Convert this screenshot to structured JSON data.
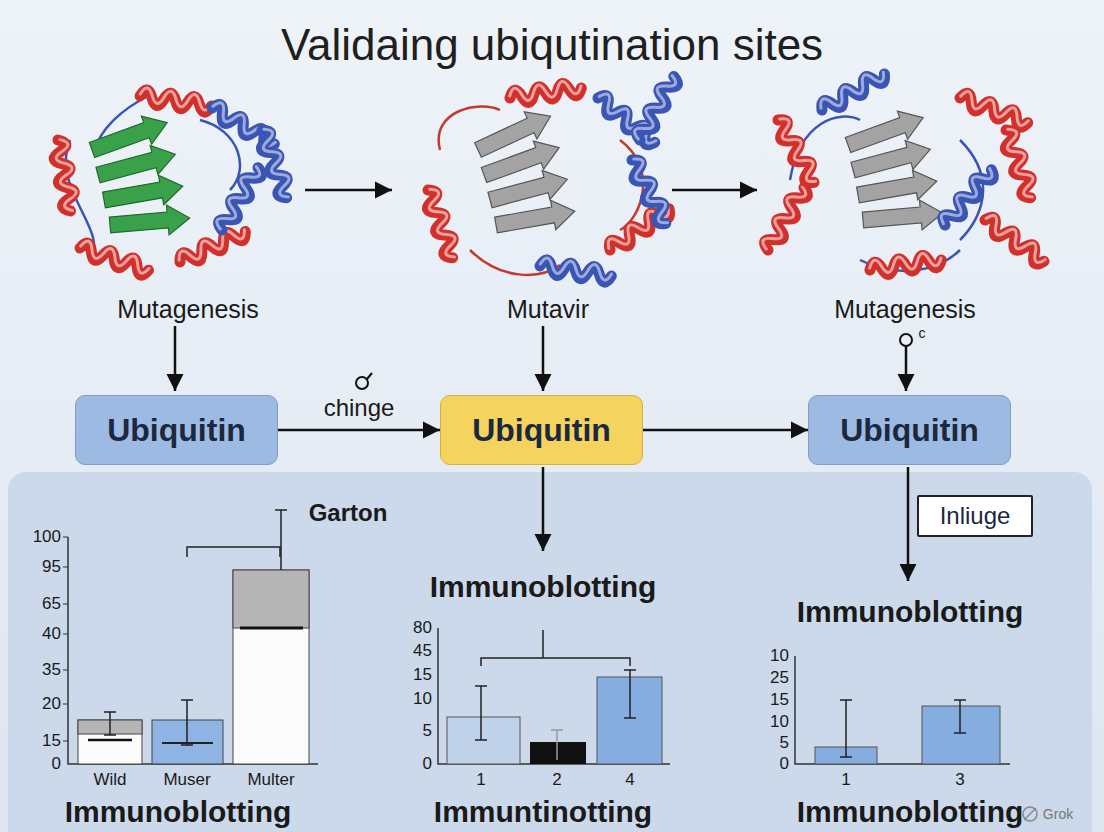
{
  "diagram": {
    "title": "Validaing ubiqutination sites",
    "nodes": [
      {
        "text": [
          "Ubiquitin"
        ]
      },
      {
        "text": [
          "Ubiquitin"
        ]
      },
      {
        "text": [
          "Ubiquitin"
        ]
      },
      {
        "text": [
          "Inliuge"
        ]
      }
    ],
    "edges": [
      {
        "from": 0,
        "to": 1,
        "label": "chinge",
        "arrow": "to"
      },
      {
        "from": 1,
        "to": 2,
        "arrow": "to"
      }
    ],
    "labels": [
      "Mutagenesis",
      "Mutavir",
      "Mutagenesis",
      "c",
      "Garton",
      "100",
      "95",
      "65",
      "40",
      "35",
      "20",
      "15",
      "0",
      "Wild",
      "Muser",
      "Multer",
      "Immunoblotting",
      "Immunoblotting",
      "80",
      "45",
      "15",
      "10",
      "5",
      "0",
      "1",
      "2",
      "4",
      "Immuntinotting",
      "Immunoblotting",
      "10",
      "25",
      "15",
      "10",
      "5",
      "0",
      "1",
      "3",
      "Immunoblotting",
      "Grok"
    ]
  }
}
